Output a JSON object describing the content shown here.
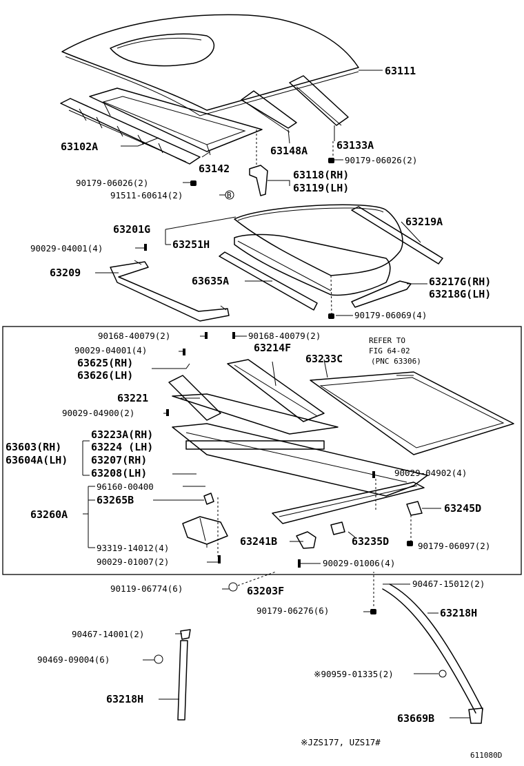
{
  "labels": {
    "p63111": "63111",
    "p63102A": "63102A",
    "p63142": "63142",
    "p63148A": "63148A",
    "p63133A": "63133A",
    "p90179_06026_r": "90179-06026(2)",
    "p63118": "63118(RH)",
    "p63119": "63119(LH)",
    "p90179_06026_l": "90179-06026(2)",
    "p91511": "91511-60614(2)",
    "p63201G": "63201G",
    "p63219A": "63219A",
    "p90029_04001_top": "90029-04001(4)",
    "p63251H": "63251H",
    "p63209": "63209",
    "p63635A": "63635A",
    "p63217G": "63217G(RH)",
    "p63218G": "63218G(LH)",
    "p90179_06069": "90179-06069(4)",
    "p90168_l": "90168-40079(2)",
    "p90168_r": "90168-40079(2)",
    "refer1": "REFER TO",
    "refer2": "FIG 64-02",
    "refer3": "(PNC 63306)",
    "p90029_04001_in": "90029-04001(4)",
    "p63214F": "63214F",
    "p63233C": "63233C",
    "p63625": "63625(RH)",
    "p63626": "63626(LH)",
    "p63221": "63221",
    "p90029_04900": "90029-04900(2)",
    "p63223A": "63223A(RH)",
    "p63224": "63224 (LH)",
    "p63603": "63603(RH)",
    "p63604A": "63604A(LH)",
    "p63207": "63207(RH)",
    "p63208": "63208(LH)",
    "p90029_04902": "90029-04902(4)",
    "p96160": "96160-00400",
    "p63265B": "63265B",
    "p63245D": "63245D",
    "p63260A": "63260A",
    "p93319": "93319-14012(4)",
    "p63241B": "63241B",
    "p63235D": "63235D",
    "p90179_06097": "90179-06097(2)",
    "p90029_01007": "90029-01007(2)",
    "p90029_01006": "90029-01006(4)",
    "p90119": "90119-06774(6)",
    "p63203F": "63203F",
    "p90467_15012": "90467-15012(2)",
    "p90179_06276": "90179-06276(6)",
    "p63218H_r": "63218H",
    "p90467_14001": "90467-14001(2)",
    "p90469": "90469-09004(6)",
    "p90959": "※90959-01335(2)",
    "p63218H_l": "63218H",
    "p63669B": "63669B",
    "footnote": "※JZS177, UZS17#",
    "code": "611080D"
  }
}
